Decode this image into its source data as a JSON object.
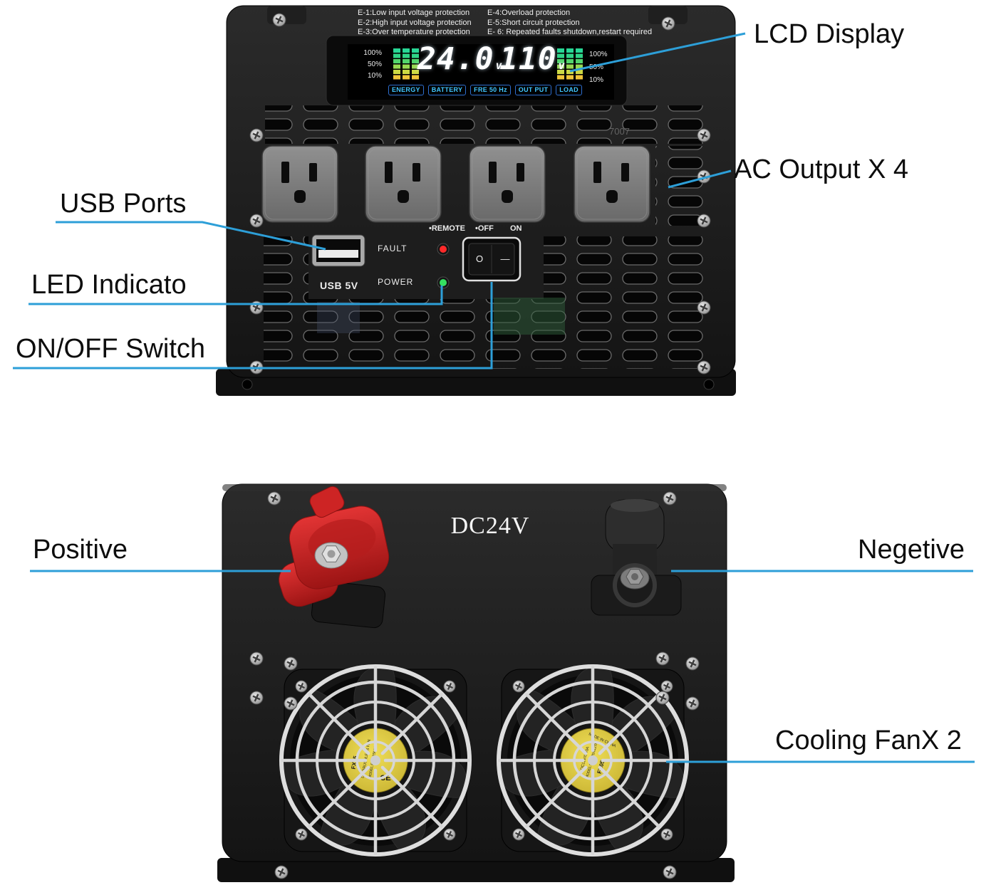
{
  "callouts": {
    "lcd_display": "LCD Display",
    "ac_output": "AC Output X 4",
    "usb_ports": "USB Ports",
    "led_indicator": "LED Indicato",
    "on_off_switch": "ON/OFF Switch",
    "positive": "Positive",
    "negative": "Negetive",
    "cooling_fan": "Cooling FanX 2"
  },
  "front": {
    "error_codes": [
      "E-1:Low input voltage protection",
      "E-2:High input voltage protection",
      "E-3:Over temperature protection",
      "E-4:Overload protection",
      "E-5:Short circuit protection",
      "E- 6: Repeated faults shutdown,restart required"
    ],
    "lcd": {
      "percents_left": [
        "100%",
        "50%",
        "10%"
      ],
      "percents_right": [
        "100%",
        "50%",
        "10%"
      ],
      "battery_voltage": "24.0",
      "output_voltage": "110",
      "volt_unit": "v",
      "labels": [
        "ENERGY",
        "BATTERY",
        "FRE 50 Hz",
        "OUT PUT",
        "LOAD"
      ]
    },
    "usb_label": "USB 5V",
    "fault_label": "FAULT",
    "power_label": "POWER",
    "remote_label": "•REMOTE",
    "off_label": "•OFF",
    "on_label": "ON",
    "switch_off_symbol": "O",
    "switch_on_symbol": "—",
    "serial_text": "7007"
  },
  "back": {
    "dc_label": "DC24V",
    "fan_text": {
      "brand": "FX05",
      "type": "DC BRUSHLESS FAN",
      "spec": "DC12V/0.40A",
      "model": "MODEL:FD7025N12TH",
      "origin": "MADE IN CHINA",
      "ce": "CE"
    }
  },
  "colors": {
    "callout_line": "#2d9fd8",
    "lcd_cyan": "#41c6ff",
    "led_red": "#ff2a2a",
    "led_green": "#35e060",
    "terminal_red": "#cc2222",
    "fan_hub_yellow": "#e3cf3f"
  }
}
